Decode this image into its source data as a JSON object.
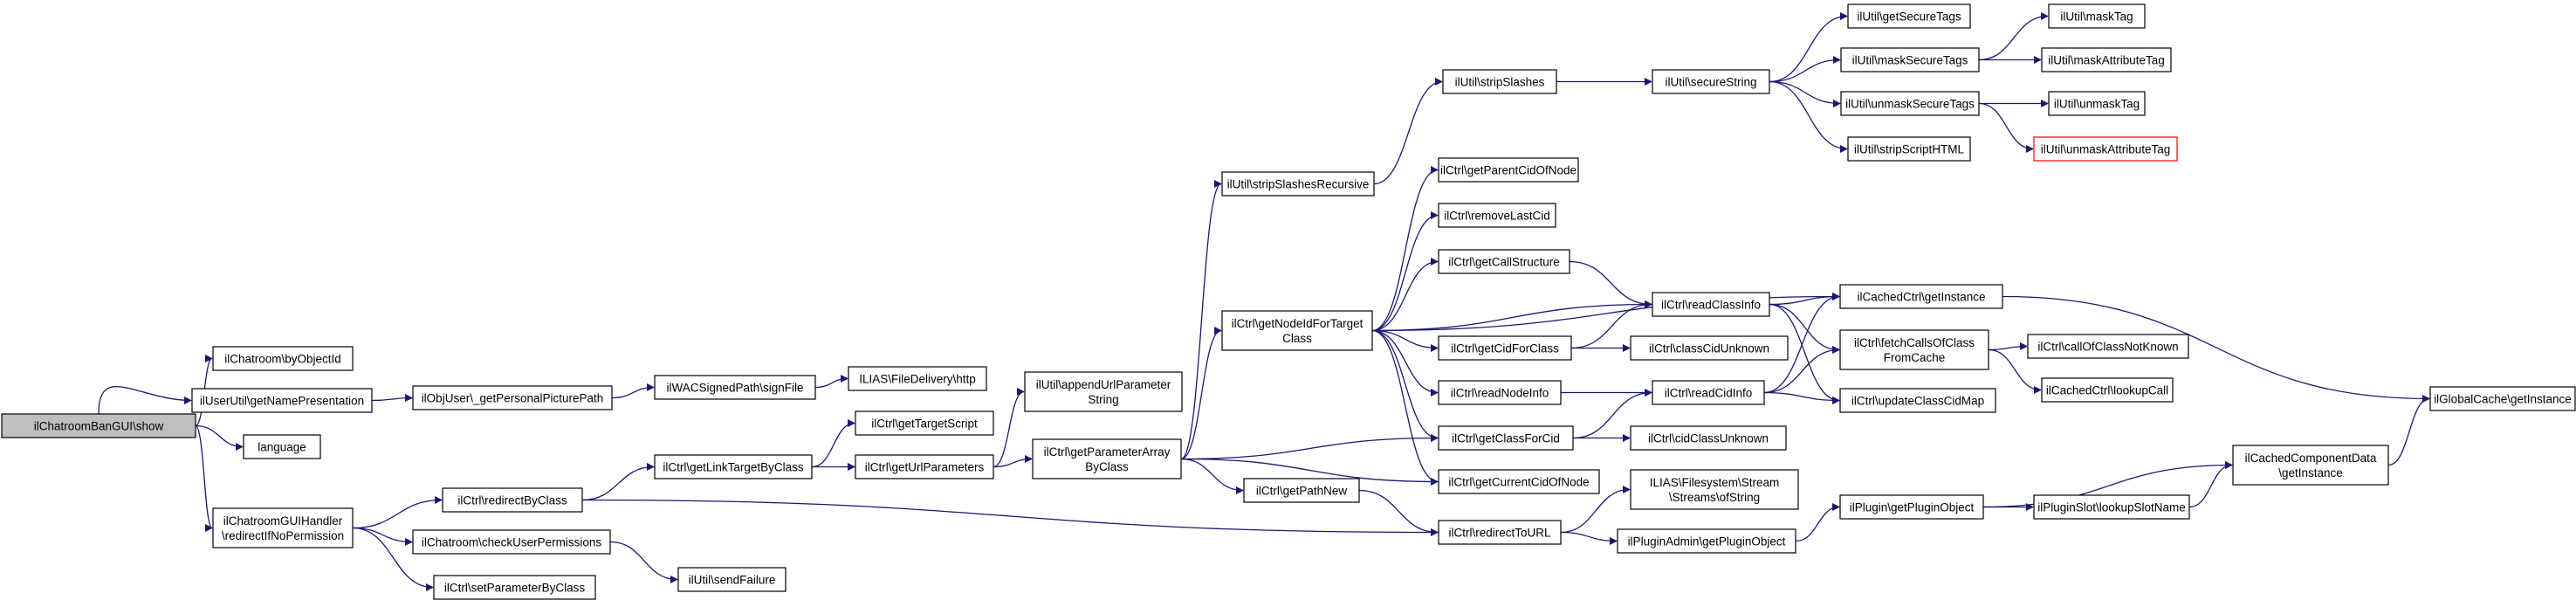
{
  "graph": {
    "nodes": [
      {
        "id": "n0",
        "lines": [
          "ilChatroomBanGUI\\show"
        ],
        "root": true
      },
      {
        "id": "n1",
        "lines": [
          "ilChatroom\\byObjectId"
        ]
      },
      {
        "id": "n2",
        "lines": [
          "ilUserUtil\\getNamePresentation"
        ]
      },
      {
        "id": "n3",
        "lines": [
          "language"
        ]
      },
      {
        "id": "n4",
        "lines": [
          "ilChatroomGUIHandler",
          "\\redirectIfNoPermission"
        ]
      },
      {
        "id": "n5",
        "lines": [
          "ilObjUser\\_getPersonalPicturePath"
        ]
      },
      {
        "id": "n6",
        "lines": [
          "ilWACSignedPath\\signFile"
        ]
      },
      {
        "id": "n7",
        "lines": [
          "ILIAS\\FileDelivery\\http"
        ]
      },
      {
        "id": "n8",
        "lines": [
          "ilCtrl\\redirectByClass"
        ]
      },
      {
        "id": "n9",
        "lines": [
          "ilChatroom\\checkUserPermissions"
        ]
      },
      {
        "id": "n10",
        "lines": [
          "ilCtrl\\setParameterByClass"
        ]
      },
      {
        "id": "n11",
        "lines": [
          "ilUtil\\sendFailure"
        ]
      },
      {
        "id": "n12",
        "lines": [
          "ilCtrl\\getLinkTargetByClass"
        ]
      },
      {
        "id": "n13",
        "lines": [
          "ilCtrl\\getTargetScript"
        ]
      },
      {
        "id": "n14",
        "lines": [
          "ilCtrl\\getUrlParameters"
        ]
      },
      {
        "id": "n15",
        "lines": [
          "ilUtil\\appendUrlParameter",
          "String"
        ]
      },
      {
        "id": "n16",
        "lines": [
          "ilCtrl\\getParameterArray",
          "ByClass"
        ]
      },
      {
        "id": "n17",
        "lines": [
          "ilUtil\\stripSlashesRecursive"
        ]
      },
      {
        "id": "n18",
        "lines": [
          "ilCtrl\\getNodeIdForTarget",
          "Class"
        ]
      },
      {
        "id": "n19",
        "lines": [
          "ilCtrl\\getPathNew"
        ]
      },
      {
        "id": "n20",
        "lines": [
          "ilUtil\\stripSlashes"
        ]
      },
      {
        "id": "n21",
        "lines": [
          "ilCtrl\\getParentCidOfNode"
        ]
      },
      {
        "id": "n22",
        "lines": [
          "ilCtrl\\removeLastCid"
        ]
      },
      {
        "id": "n23",
        "lines": [
          "ilCtrl\\getCallStructure"
        ]
      },
      {
        "id": "n24",
        "lines": [
          "ilCtrl\\getCidForClass"
        ]
      },
      {
        "id": "n25",
        "lines": [
          "ilCtrl\\readNodeInfo"
        ]
      },
      {
        "id": "n26",
        "lines": [
          "ilCtrl\\getClassForCid"
        ]
      },
      {
        "id": "n27",
        "lines": [
          "ilCtrl\\getCurrentCidOfNode"
        ]
      },
      {
        "id": "n28",
        "lines": [
          "ilCtrl\\redirectToURL"
        ]
      },
      {
        "id": "n29",
        "lines": [
          "ilUtil\\secureString"
        ]
      },
      {
        "id": "n30",
        "lines": [
          "ilCtrl\\readClassInfo"
        ]
      },
      {
        "id": "n31",
        "lines": [
          "ilCtrl\\classCidUnknown"
        ]
      },
      {
        "id": "n32",
        "lines": [
          "ilCtrl\\readCidInfo"
        ]
      },
      {
        "id": "n33",
        "lines": [
          "ilCtrl\\cidClassUnknown"
        ]
      },
      {
        "id": "n34",
        "lines": [
          "ILIAS\\Filesystem\\Stream",
          "\\Streams\\ofString"
        ]
      },
      {
        "id": "n35",
        "lines": [
          "ilPluginAdmin\\getPluginObject"
        ]
      },
      {
        "id": "n36",
        "lines": [
          "ilUtil\\getSecureTags"
        ]
      },
      {
        "id": "n37",
        "lines": [
          "ilUtil\\maskSecureTags"
        ]
      },
      {
        "id": "n38",
        "lines": [
          "ilUtil\\unmaskSecureTags"
        ]
      },
      {
        "id": "n39",
        "lines": [
          "ilUtil\\stripScriptHTML"
        ]
      },
      {
        "id": "n40",
        "lines": [
          "ilCachedCtrl\\getInstance"
        ]
      },
      {
        "id": "n41",
        "lines": [
          "ilCtrl\\fetchCallsOfClass",
          "FromCache"
        ]
      },
      {
        "id": "n42",
        "lines": [
          "ilCtrl\\updateClassCidMap"
        ]
      },
      {
        "id": "n43",
        "lines": [
          "ilPlugin\\getPluginObject"
        ]
      },
      {
        "id": "n44",
        "lines": [
          "ilUtil\\maskTag"
        ]
      },
      {
        "id": "n45",
        "lines": [
          "ilUtil\\maskAttributeTag"
        ]
      },
      {
        "id": "n46",
        "lines": [
          "ilUtil\\unmaskTag"
        ]
      },
      {
        "id": "n47",
        "lines": [
          "ilUtil\\unmaskAttributeTag"
        ],
        "highlight": true
      },
      {
        "id": "n48",
        "lines": [
          "ilCtrl\\callOfClassNotKnown"
        ]
      },
      {
        "id": "n49",
        "lines": [
          "ilCachedCtrl\\lookupCall"
        ]
      },
      {
        "id": "n50",
        "lines": [
          "ilPluginSlot\\lookupSlotName"
        ]
      },
      {
        "id": "n51",
        "lines": [
          "ilCachedComponentData",
          "\\getInstance"
        ]
      },
      {
        "id": "n52",
        "lines": [
          "ilGlobalCache\\getInstance"
        ]
      }
    ],
    "edges": [
      [
        "n0",
        "n1"
      ],
      [
        "n0",
        "n2"
      ],
      [
        "n0",
        "n3"
      ],
      [
        "n0",
        "n4"
      ],
      [
        "n2",
        "n5"
      ],
      [
        "n5",
        "n6"
      ],
      [
        "n6",
        "n7"
      ],
      [
        "n4",
        "n8"
      ],
      [
        "n4",
        "n9"
      ],
      [
        "n4",
        "n10"
      ],
      [
        "n9",
        "n11"
      ],
      [
        "n8",
        "n12"
      ],
      [
        "n8",
        "n28"
      ],
      [
        "n12",
        "n13"
      ],
      [
        "n12",
        "n14"
      ],
      [
        "n14",
        "n15"
      ],
      [
        "n14",
        "n16"
      ],
      [
        "n16",
        "n17"
      ],
      [
        "n16",
        "n18"
      ],
      [
        "n16",
        "n19"
      ],
      [
        "n16",
        "n26"
      ],
      [
        "n16",
        "n27"
      ],
      [
        "n17",
        "n20"
      ],
      [
        "n20",
        "n29"
      ],
      [
        "n29",
        "n36"
      ],
      [
        "n29",
        "n37"
      ],
      [
        "n29",
        "n38"
      ],
      [
        "n29",
        "n39"
      ],
      [
        "n37",
        "n44"
      ],
      [
        "n37",
        "n45"
      ],
      [
        "n38",
        "n46"
      ],
      [
        "n38",
        "n47"
      ],
      [
        "n18",
        "n21"
      ],
      [
        "n18",
        "n22"
      ],
      [
        "n18",
        "n23"
      ],
      [
        "n18",
        "n24"
      ],
      [
        "n18",
        "n25"
      ],
      [
        "n18",
        "n26"
      ],
      [
        "n18",
        "n27"
      ],
      [
        "n18",
        "n30"
      ],
      [
        "n18",
        "n40"
      ],
      [
        "n23",
        "n30"
      ],
      [
        "n24",
        "n30"
      ],
      [
        "n24",
        "n31"
      ],
      [
        "n25",
        "n32"
      ],
      [
        "n26",
        "n32"
      ],
      [
        "n26",
        "n33"
      ],
      [
        "n30",
        "n40"
      ],
      [
        "n30",
        "n41"
      ],
      [
        "n30",
        "n42"
      ],
      [
        "n32",
        "n40"
      ],
      [
        "n32",
        "n41"
      ],
      [
        "n32",
        "n42"
      ],
      [
        "n41",
        "n48"
      ],
      [
        "n41",
        "n49"
      ],
      [
        "n40",
        "n52"
      ],
      [
        "n19",
        "n28"
      ],
      [
        "n28",
        "n34"
      ],
      [
        "n28",
        "n35"
      ],
      [
        "n35",
        "n43"
      ],
      [
        "n43",
        "n50"
      ],
      [
        "n43",
        "n51"
      ],
      [
        "n50",
        "n51"
      ],
      [
        "n51",
        "n52"
      ]
    ]
  },
  "colors": {
    "edge": "#191970",
    "root_fill": "#bfbfbf",
    "highlight_border": "#ff0000",
    "node_border": "#000000"
  }
}
